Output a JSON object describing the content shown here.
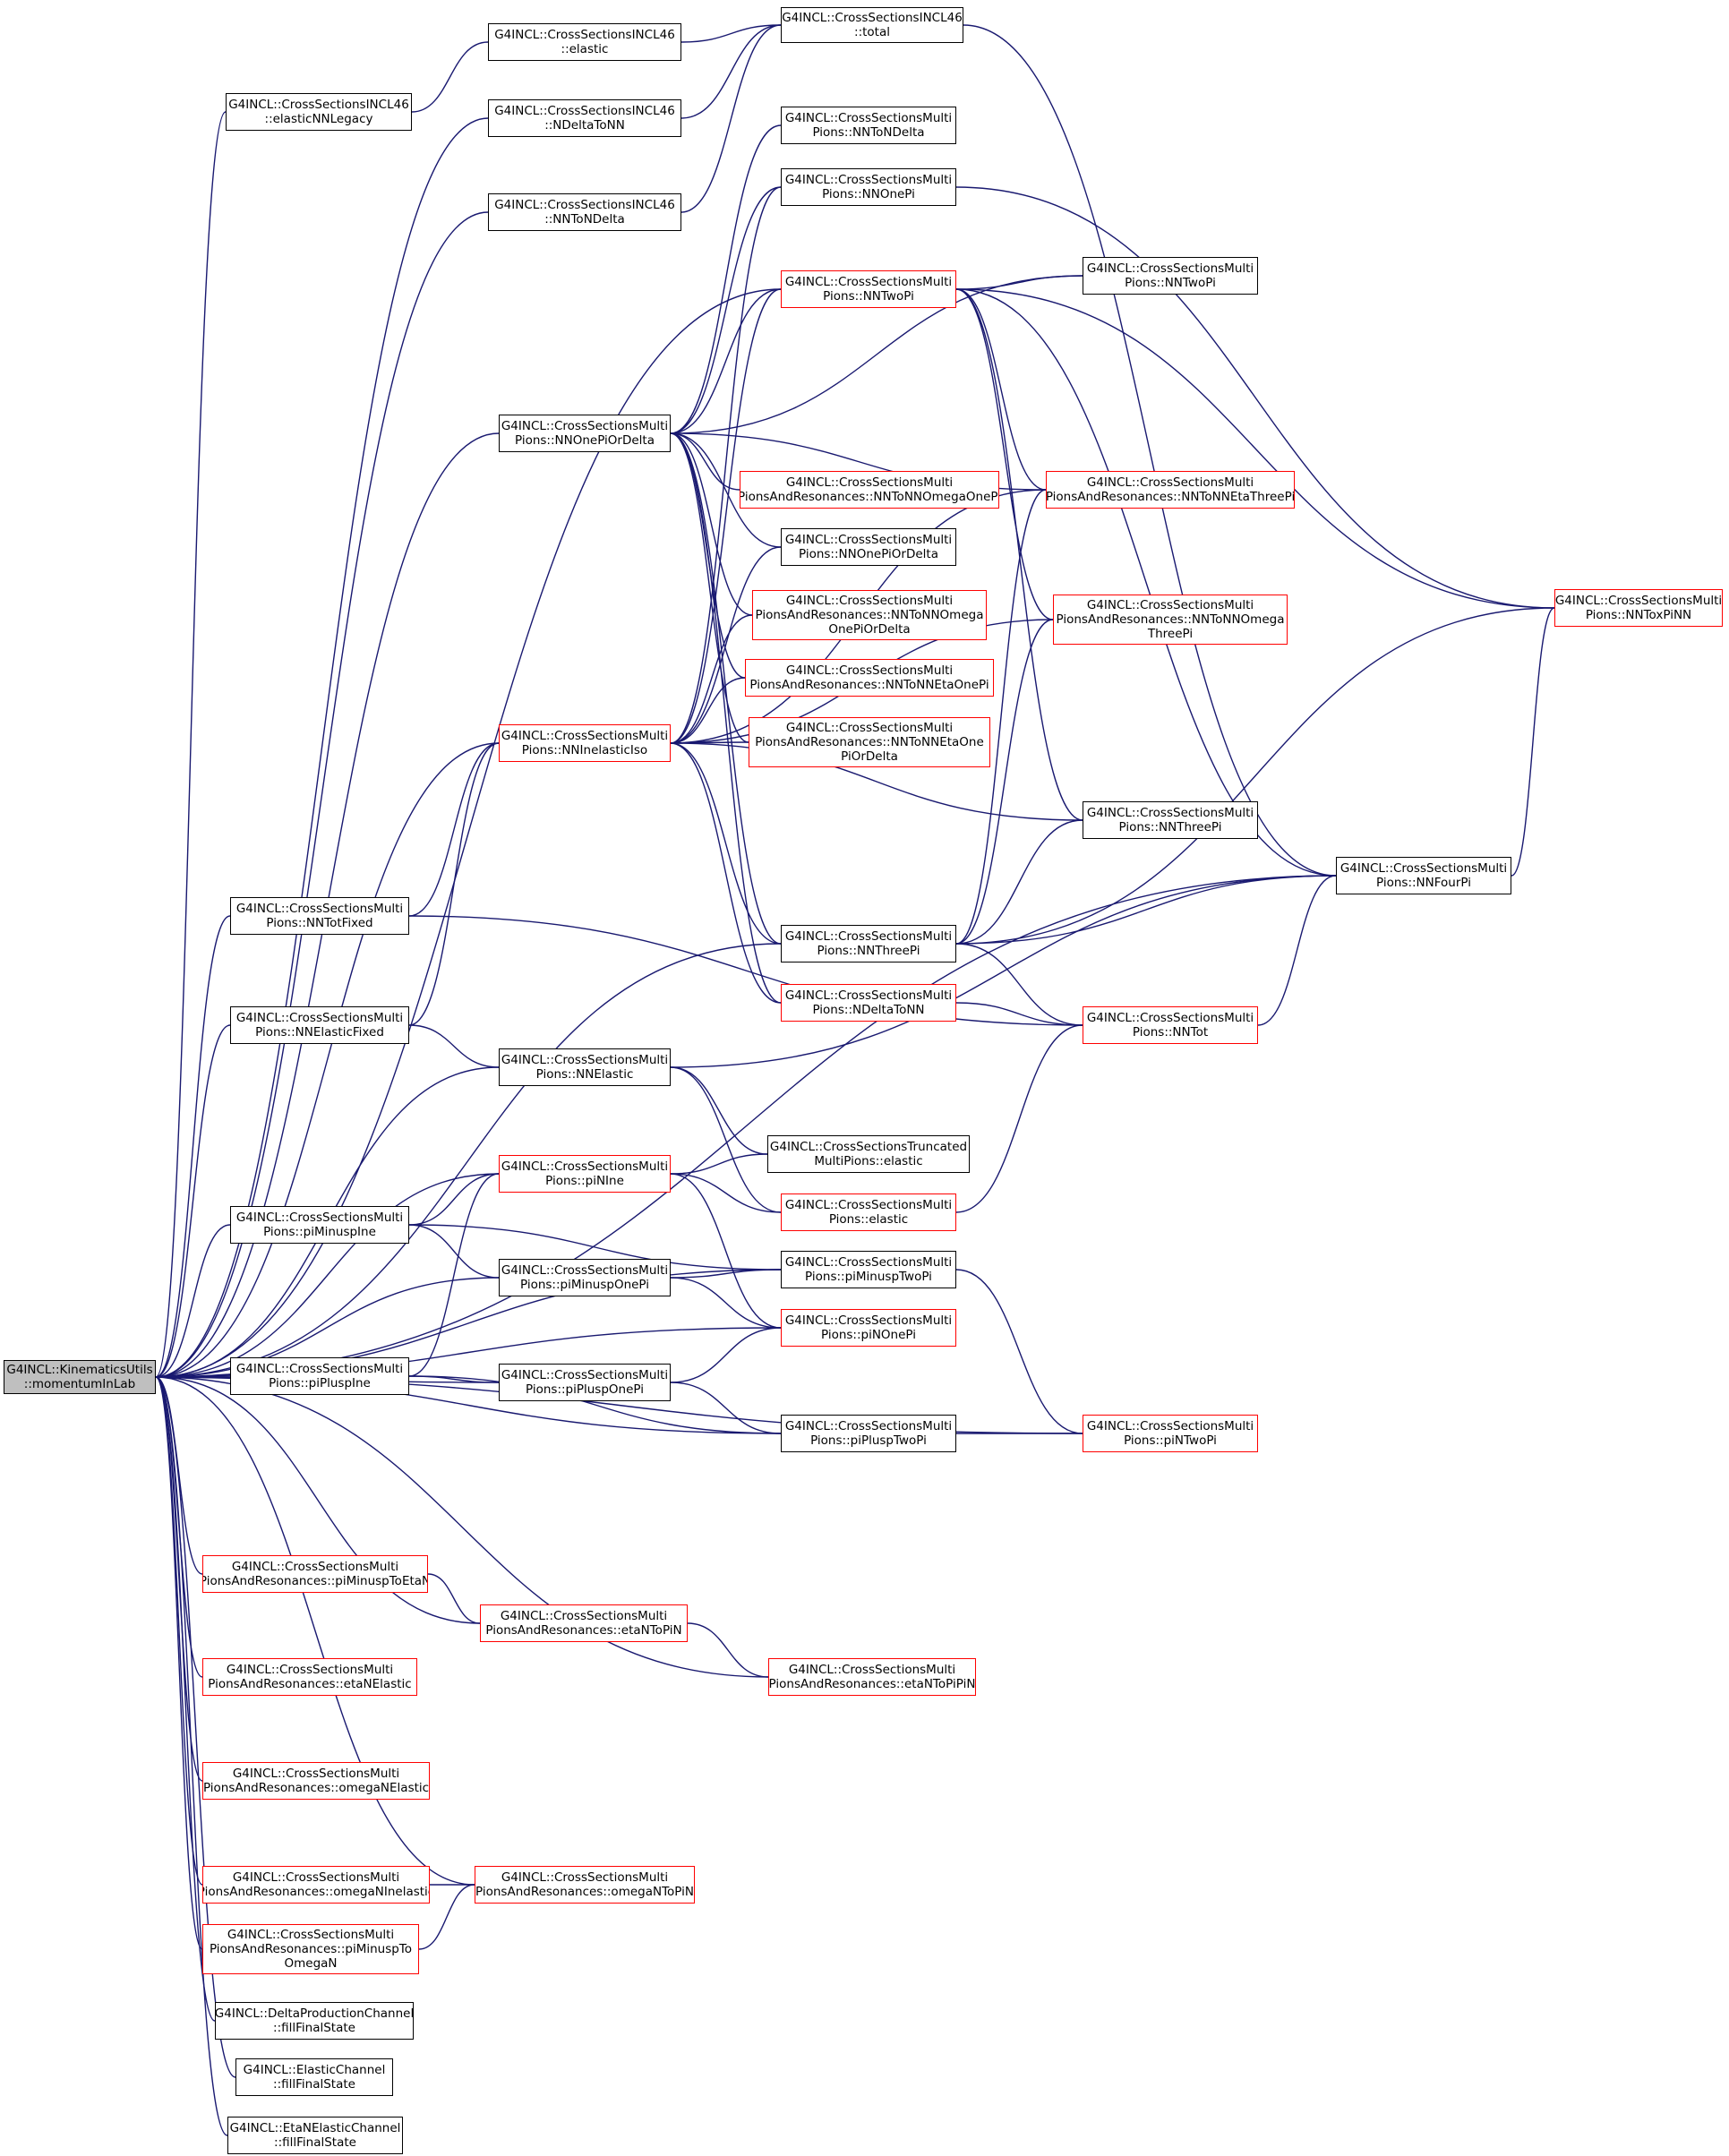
{
  "colors": {
    "edge": "#191970",
    "box_border": "#000000",
    "box_border_highlight": "#ff0000",
    "root_fill": "#bfbfbf"
  },
  "nodes": [
    {
      "id": "root",
      "lines": [
        "G4INCL::KinematicsUtils",
        "::momentumInLab"
      ],
      "style": "root"
    },
    {
      "id": "elasticNNLegacy",
      "lines": [
        "G4INCL::CrossSectionsINCL46",
        "::elasticNNLegacy"
      ],
      "style": "black"
    },
    {
      "id": "incl46_elastic",
      "lines": [
        "G4INCL::CrossSectionsINCL46",
        "::elastic"
      ],
      "style": "black"
    },
    {
      "id": "incl46_total",
      "lines": [
        "G4INCL::CrossSectionsINCL46",
        "::total"
      ],
      "style": "black"
    },
    {
      "id": "incl46_NDeltaToNN",
      "lines": [
        "G4INCL::CrossSectionsINCL46",
        "::NDeltaToNN"
      ],
      "style": "black"
    },
    {
      "id": "incl46_NNToNDelta",
      "lines": [
        "G4INCL::CrossSectionsINCL46",
        "::NNToNDelta"
      ],
      "style": "black"
    },
    {
      "id": "mp_NNToNDelta",
      "lines": [
        "G4INCL::CrossSectionsMulti",
        "Pions::NNToNDelta"
      ],
      "style": "black"
    },
    {
      "id": "mp_NNOnePi",
      "lines": [
        "G4INCL::CrossSectionsMulti",
        "Pions::NNOnePi"
      ],
      "style": "black"
    },
    {
      "id": "mp_NNTwoPi",
      "lines": [
        "G4INCL::CrossSectionsMulti",
        "Pions::NNTwoPi"
      ],
      "style": "red"
    },
    {
      "id": "mp_NNTwoPi_b",
      "lines": [
        "G4INCL::CrossSectionsMulti",
        "Pions::NNTwoPi"
      ],
      "style": "black"
    },
    {
      "id": "mp_NNOnePiOrDelta",
      "lines": [
        "G4INCL::CrossSectionsMulti",
        "Pions::NNOnePiOrDelta"
      ],
      "style": "black"
    },
    {
      "id": "mpr_NNToNNOmegaOnePi",
      "lines": [
        "G4INCL::CrossSectionsMulti",
        "PionsAndResonances::NNToNNOmegaOnePi"
      ],
      "style": "red"
    },
    {
      "id": "mpr_NNToNNEtaThreePi",
      "lines": [
        "G4INCL::CrossSectionsMulti",
        "PionsAndResonances::NNToNNEtaThreePi"
      ],
      "style": "red"
    },
    {
      "id": "mp_NNOnePiOrDelta_b",
      "lines": [
        "G4INCL::CrossSectionsMulti",
        "Pions::NNOnePiOrDelta"
      ],
      "style": "black"
    },
    {
      "id": "mpr_NNToNNOmegaOnePiOrDelta",
      "lines": [
        "G4INCL::CrossSectionsMulti",
        "PionsAndResonances::NNToNNOmega",
        "OnePiOrDelta"
      ],
      "style": "red"
    },
    {
      "id": "mpr_NNToNNOmegaThreePi",
      "lines": [
        "G4INCL::CrossSectionsMulti",
        "PionsAndResonances::NNToNNOmega",
        "ThreePi"
      ],
      "style": "red"
    },
    {
      "id": "mp_NNToxPiNN",
      "lines": [
        "G4INCL::CrossSectionsMulti",
        "Pions::NNToxPiNN"
      ],
      "style": "red"
    },
    {
      "id": "mpr_NNToNNEtaOnePi",
      "lines": [
        "G4INCL::CrossSectionsMulti",
        "PionsAndResonances::NNToNNEtaOnePi"
      ],
      "style": "red"
    },
    {
      "id": "mp_NNInelasticIso",
      "lines": [
        "G4INCL::CrossSectionsMulti",
        "Pions::NNInelasticIso"
      ],
      "style": "red"
    },
    {
      "id": "mpr_NNToNNEtaOnePiOrDelta",
      "lines": [
        "G4INCL::CrossSectionsMulti",
        "PionsAndResonances::NNToNNEtaOne",
        "PiOrDelta"
      ],
      "style": "red"
    },
    {
      "id": "mp_NNThreePi_b",
      "lines": [
        "G4INCL::CrossSectionsMulti",
        "Pions::NNThreePi"
      ],
      "style": "black"
    },
    {
      "id": "mp_NNTotFixed",
      "lines": [
        "G4INCL::CrossSectionsMulti",
        "Pions::NNTotFixed"
      ],
      "style": "black"
    },
    {
      "id": "mp_NNFourPi",
      "lines": [
        "G4INCL::CrossSectionsMulti",
        "Pions::NNFourPi"
      ],
      "style": "black"
    },
    {
      "id": "mp_NNThreePi",
      "lines": [
        "G4INCL::CrossSectionsMulti",
        "Pions::NNThreePi"
      ],
      "style": "black"
    },
    {
      "id": "mp_NDeltaToNN",
      "lines": [
        "G4INCL::CrossSectionsMulti",
        "Pions::NDeltaToNN"
      ],
      "style": "red"
    },
    {
      "id": "mp_NNElasticFixed",
      "lines": [
        "G4INCL::CrossSectionsMulti",
        "Pions::NNElasticFixed"
      ],
      "style": "black"
    },
    {
      "id": "mp_NNTot",
      "lines": [
        "G4INCL::CrossSectionsMulti",
        "Pions::NNTot"
      ],
      "style": "red"
    },
    {
      "id": "mp_NNElastic",
      "lines": [
        "G4INCL::CrossSectionsMulti",
        "Pions::NNElastic"
      ],
      "style": "black"
    },
    {
      "id": "mp_piNIne",
      "lines": [
        "G4INCL::CrossSectionsMulti",
        "Pions::piNIne"
      ],
      "style": "red"
    },
    {
      "id": "tmp_elastic",
      "lines": [
        "G4INCL::CrossSectionsTruncated",
        "MultiPions::elastic"
      ],
      "style": "black"
    },
    {
      "id": "mp_elastic",
      "lines": [
        "G4INCL::CrossSectionsMulti",
        "Pions::elastic"
      ],
      "style": "red"
    },
    {
      "id": "mp_piMinuspIne",
      "lines": [
        "G4INCL::CrossSectionsMulti",
        "Pions::piMinuspIne"
      ],
      "style": "black"
    },
    {
      "id": "mp_piMinuspTwoPi",
      "lines": [
        "G4INCL::CrossSectionsMulti",
        "Pions::piMinuspTwoPi"
      ],
      "style": "black"
    },
    {
      "id": "mp_piMinuspOnePi",
      "lines": [
        "G4INCL::CrossSectionsMulti",
        "Pions::piMinuspOnePi"
      ],
      "style": "black"
    },
    {
      "id": "mp_piNOnePi",
      "lines": [
        "G4INCL::CrossSectionsMulti",
        "Pions::piNOnePi"
      ],
      "style": "red"
    },
    {
      "id": "mp_piPluspIne",
      "lines": [
        "G4INCL::CrossSectionsMulti",
        "Pions::piPluspIne"
      ],
      "style": "black"
    },
    {
      "id": "mp_piPluspOnePi",
      "lines": [
        "G4INCL::CrossSectionsMulti",
        "Pions::piPluspOnePi"
      ],
      "style": "black"
    },
    {
      "id": "mp_piPluspTwoPi",
      "lines": [
        "G4INCL::CrossSectionsMulti",
        "Pions::piPluspTwoPi"
      ],
      "style": "black"
    },
    {
      "id": "mp_piNTwoPi",
      "lines": [
        "G4INCL::CrossSectionsMulti",
        "Pions::piNTwoPi"
      ],
      "style": "red"
    },
    {
      "id": "mpr_piMinuspToEtaN",
      "lines": [
        "G4INCL::CrossSectionsMulti",
        "PionsAndResonances::piMinuspToEtaN"
      ],
      "style": "red"
    },
    {
      "id": "mpr_etaNToPiN",
      "lines": [
        "G4INCL::CrossSectionsMulti",
        "PionsAndResonances::etaNToPiN"
      ],
      "style": "red"
    },
    {
      "id": "mpr_etaNElastic",
      "lines": [
        "G4INCL::CrossSectionsMulti",
        "PionsAndResonances::etaNElastic"
      ],
      "style": "red"
    },
    {
      "id": "mpr_etaNToPiPiN",
      "lines": [
        "G4INCL::CrossSectionsMulti",
        "PionsAndResonances::etaNToPiPiN"
      ],
      "style": "red"
    },
    {
      "id": "mpr_omegaNElastic",
      "lines": [
        "G4INCL::CrossSectionsMulti",
        "PionsAndResonances::omegaNElastic"
      ],
      "style": "red"
    },
    {
      "id": "mpr_omegaNInelastic",
      "lines": [
        "G4INCL::CrossSectionsMulti",
        "PionsAndResonances::omegaNInelastic"
      ],
      "style": "red"
    },
    {
      "id": "mpr_omegaNToPiN",
      "lines": [
        "G4INCL::CrossSectionsMulti",
        "PionsAndResonances::omegaNToPiN"
      ],
      "style": "red"
    },
    {
      "id": "mpr_piMinuspToOmegaN",
      "lines": [
        "G4INCL::CrossSectionsMulti",
        "PionsAndResonances::piMinuspTo",
        "OmegaN"
      ],
      "style": "red"
    },
    {
      "id": "dpc_fillFinalState",
      "lines": [
        "G4INCL::DeltaProductionChannel",
        "::fillFinalState"
      ],
      "style": "black"
    },
    {
      "id": "ec_fillFinalState",
      "lines": [
        "G4INCL::ElasticChannel",
        "::fillFinalState"
      ],
      "style": "black"
    },
    {
      "id": "enec_fillFinalState",
      "lines": [
        "G4INCL::EtaNElasticChannel",
        "::fillFinalState"
      ],
      "style": "black"
    }
  ]
}
